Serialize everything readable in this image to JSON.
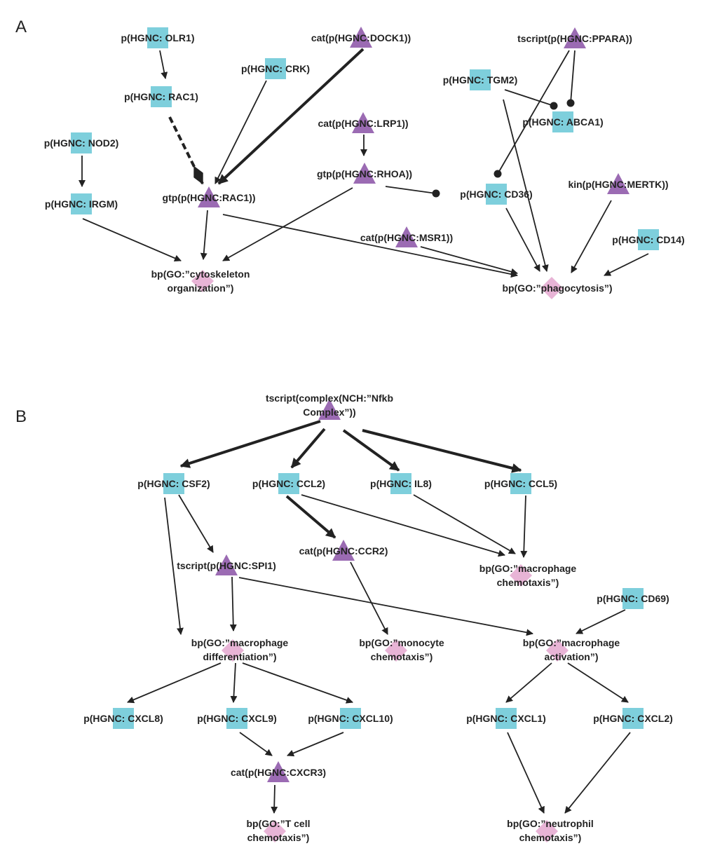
{
  "colors": {
    "protein": "#7ecfdc",
    "activity": "#9b6bb3",
    "process": "#e8b4d6",
    "edge": "#222222"
  },
  "panels": [
    {
      "id": "A",
      "label": "A"
    },
    {
      "id": "B",
      "label": "B"
    }
  ],
  "nodes": [
    {
      "id": "OLR1",
      "shape": "square",
      "label": "p(HGNC: OLR1)"
    },
    {
      "id": "CRK",
      "shape": "square",
      "label": "p(HGNC: CRK)"
    },
    {
      "id": "RAC1",
      "shape": "square",
      "label": "p(HGNC: RAC1)"
    },
    {
      "id": "NOD2",
      "shape": "square",
      "label": "p(HGNC: NOD2)"
    },
    {
      "id": "IRGM",
      "shape": "square",
      "label": "p(HGNC: IRGM)"
    },
    {
      "id": "gtpRAC1",
      "shape": "triangle",
      "label": "gtp(p(HGNC:RAC1))"
    },
    {
      "id": "DOCK1",
      "shape": "triangle",
      "label": "cat(p(HGNC:DOCK1))"
    },
    {
      "id": "LRP1",
      "shape": "triangle",
      "label": "cat(p(HGNC:LRP1))"
    },
    {
      "id": "RHOA",
      "shape": "triangle",
      "label": "gtp(p(HGNC:RHOA))"
    },
    {
      "id": "MSR1",
      "shape": "triangle",
      "label": "cat(p(HGNC:MSR1))"
    },
    {
      "id": "PPARA",
      "shape": "triangle",
      "label": "tscript(p(HGNC:PPARA))"
    },
    {
      "id": "TGM2",
      "shape": "square",
      "label": "p(HGNC: TGM2)"
    },
    {
      "id": "ABCA1",
      "shape": "square",
      "label": "p(HGNC: ABCA1)"
    },
    {
      "id": "CD36",
      "shape": "square",
      "label": "p(HGNC: CD36)"
    },
    {
      "id": "MERTK",
      "shape": "triangle",
      "label": "kin(p(HGNC:MERTK))"
    },
    {
      "id": "CD14",
      "shape": "square",
      "label": "p(HGNC: CD14)"
    },
    {
      "id": "cytoskeleton",
      "shape": "diamond",
      "label": [
        "bp(GO:”cytoskeleton",
        "organization”)"
      ]
    },
    {
      "id": "phagocytosis",
      "shape": "diamond",
      "label": [
        "bp(GO:”phagocytosis”)"
      ]
    },
    {
      "id": "NFKB",
      "shape": "triangle",
      "label": [
        "tscript(complex(NCH:”Nfkb",
        "Complex”))"
      ]
    },
    {
      "id": "CSF2",
      "shape": "square",
      "label": "p(HGNC: CSF2)"
    },
    {
      "id": "CCL2",
      "shape": "square",
      "label": "p(HGNC: CCL2)"
    },
    {
      "id": "IL8",
      "shape": "square",
      "label": "p(HGNC: IL8)"
    },
    {
      "id": "CCL5",
      "shape": "square",
      "label": "p(HGNC: CCL5)"
    },
    {
      "id": "CCR2",
      "shape": "triangle",
      "label": "cat(p(HGNC:CCR2)"
    },
    {
      "id": "SPI1",
      "shape": "triangle",
      "label": "tscript(p(HGNC:SPI1)"
    },
    {
      "id": "macChemo",
      "shape": "diamond",
      "label": [
        "bp(GO:”macrophage",
        "chemotaxis”)"
      ]
    },
    {
      "id": "CD69",
      "shape": "square",
      "label": "p(HGNC: CD69)"
    },
    {
      "id": "macDiff",
      "shape": "diamond",
      "label": [
        "bp(GO:”macrophage",
        "differentiation”)"
      ]
    },
    {
      "id": "monoChemo",
      "shape": "diamond",
      "label": [
        "bp(GO:”monocyte",
        "chemotaxis”)"
      ]
    },
    {
      "id": "macAct",
      "shape": "diamond",
      "label": [
        "bp(GO:”macrophage",
        "activation”)"
      ]
    },
    {
      "id": "CXCL8",
      "shape": "square",
      "label": "p(HGNC: CXCL8)"
    },
    {
      "id": "CXCL9",
      "shape": "square",
      "label": "p(HGNC: CXCL9)"
    },
    {
      "id": "CXCL10",
      "shape": "square",
      "label": "p(HGNC: CXCL10)"
    },
    {
      "id": "CXCL1",
      "shape": "square",
      "label": "p(HGNC: CXCL1)"
    },
    {
      "id": "CXCL2",
      "shape": "square",
      "label": "p(HGNC: CXCL2)"
    },
    {
      "id": "CXCR3",
      "shape": "triangle",
      "label": "cat(p(HGNC:CXCR3)"
    },
    {
      "id": "tcellChemo",
      "shape": "diamond",
      "label": [
        "bp(GO:”T cell",
        "chemotaxis”)"
      ]
    },
    {
      "id": "neutroChemo",
      "shape": "diamond",
      "label": [
        "bp(GO:”neutrophil",
        "chemotaxis”)"
      ]
    }
  ],
  "edges": [
    {
      "from": "OLR1",
      "to": "RAC1",
      "type": "increases",
      "weight": "normal"
    },
    {
      "from": "RAC1",
      "to": "gtpRAC1",
      "type": "dashed-diamond",
      "weight": "bold"
    },
    {
      "from": "CRK",
      "to": "gtpRAC1",
      "type": "increases",
      "weight": "normal"
    },
    {
      "from": "DOCK1",
      "to": "gtpRAC1",
      "type": "increases",
      "weight": "bold"
    },
    {
      "from": "NOD2",
      "to": "IRGM",
      "type": "increases",
      "weight": "normal"
    },
    {
      "from": "IRGM",
      "to": "cytoskeleton",
      "type": "increases",
      "weight": "normal"
    },
    {
      "from": "gtpRAC1",
      "to": "cytoskeleton",
      "type": "increases",
      "weight": "normal"
    },
    {
      "from": "RHOA",
      "to": "cytoskeleton",
      "type": "increases",
      "weight": "normal"
    },
    {
      "from": "LRP1",
      "to": "RHOA",
      "type": "increases",
      "weight": "normal"
    },
    {
      "from": "RHOA",
      "to": "CD36",
      "type": "decreases",
      "weight": "normal"
    },
    {
      "from": "gtpRAC1",
      "to": "phagocytosis",
      "type": "increases",
      "weight": "normal"
    },
    {
      "from": "MSR1",
      "to": "phagocytosis",
      "type": "increases",
      "weight": "normal"
    },
    {
      "from": "PPARA",
      "to": "ABCA1",
      "type": "decreases",
      "weight": "normal"
    },
    {
      "from": "PPARA",
      "to": "CD36",
      "type": "decreases",
      "weight": "normal"
    },
    {
      "from": "TGM2",
      "to": "ABCA1",
      "type": "decreases",
      "weight": "normal"
    },
    {
      "from": "TGM2",
      "to": "phagocytosis",
      "type": "increases",
      "weight": "normal"
    },
    {
      "from": "CD36",
      "to": "phagocytosis",
      "type": "increases",
      "weight": "normal"
    },
    {
      "from": "MERTK",
      "to": "phagocytosis",
      "type": "increases",
      "weight": "normal"
    },
    {
      "from": "CD14",
      "to": "phagocytosis",
      "type": "increases",
      "weight": "normal"
    },
    {
      "from": "NFKB",
      "to": "CSF2",
      "type": "increases",
      "weight": "bold"
    },
    {
      "from": "NFKB",
      "to": "CCL2",
      "type": "increases",
      "weight": "bold"
    },
    {
      "from": "NFKB",
      "to": "IL8",
      "type": "increases",
      "weight": "bold"
    },
    {
      "from": "NFKB",
      "to": "CCL5",
      "type": "increases",
      "weight": "bold"
    },
    {
      "from": "CSF2",
      "to": "SPI1",
      "type": "increases",
      "weight": "normal"
    },
    {
      "from": "CSF2",
      "to": "macDiff",
      "type": "increases",
      "weight": "normal"
    },
    {
      "from": "CCL2",
      "to": "CCR2",
      "type": "increases",
      "weight": "bold"
    },
    {
      "from": "CCL2",
      "to": "macChemo",
      "type": "increases",
      "weight": "normal"
    },
    {
      "from": "IL8",
      "to": "macChemo",
      "type": "increases",
      "weight": "normal"
    },
    {
      "from": "CCL5",
      "to": "macChemo",
      "type": "increases",
      "weight": "normal"
    },
    {
      "from": "CCR2",
      "to": "monoChemo",
      "type": "increases",
      "weight": "normal"
    },
    {
      "from": "SPI1",
      "to": "macDiff",
      "type": "increases",
      "weight": "normal"
    },
    {
      "from": "SPI1",
      "to": "macAct",
      "type": "increases",
      "weight": "normal"
    },
    {
      "from": "CD69",
      "to": "macAct",
      "type": "increases",
      "weight": "normal"
    },
    {
      "from": "macDiff",
      "to": "CXCL8",
      "type": "increases",
      "weight": "normal"
    },
    {
      "from": "macDiff",
      "to": "CXCL9",
      "type": "increases",
      "weight": "normal"
    },
    {
      "from": "macDiff",
      "to": "CXCL10",
      "type": "increases",
      "weight": "normal"
    },
    {
      "from": "macAct",
      "to": "CXCL1",
      "type": "increases",
      "weight": "normal"
    },
    {
      "from": "macAct",
      "to": "CXCL2",
      "type": "increases",
      "weight": "normal"
    },
    {
      "from": "CXCL9",
      "to": "CXCR3",
      "type": "increases",
      "weight": "normal"
    },
    {
      "from": "CXCL10",
      "to": "CXCR3",
      "type": "increases",
      "weight": "normal"
    },
    {
      "from": "CXCR3",
      "to": "tcellChemo",
      "type": "increases",
      "weight": "normal"
    },
    {
      "from": "CXCL1",
      "to": "neutroChemo",
      "type": "increases",
      "weight": "normal"
    },
    {
      "from": "CXCL2",
      "to": "neutroChemo",
      "type": "increases",
      "weight": "normal"
    }
  ]
}
